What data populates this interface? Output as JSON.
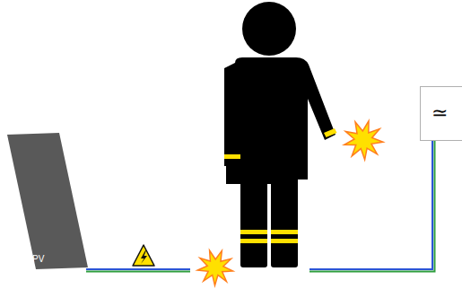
{
  "diagram": {
    "nodes": [
      {
        "text": [
          "PV"
        ]
      },
      {
        "text": [
          "≃"
        ]
      }
    ],
    "edges": [
      {
        "from": 0,
        "to": 1,
        "arrow": "none"
      }
    ]
  }
}
